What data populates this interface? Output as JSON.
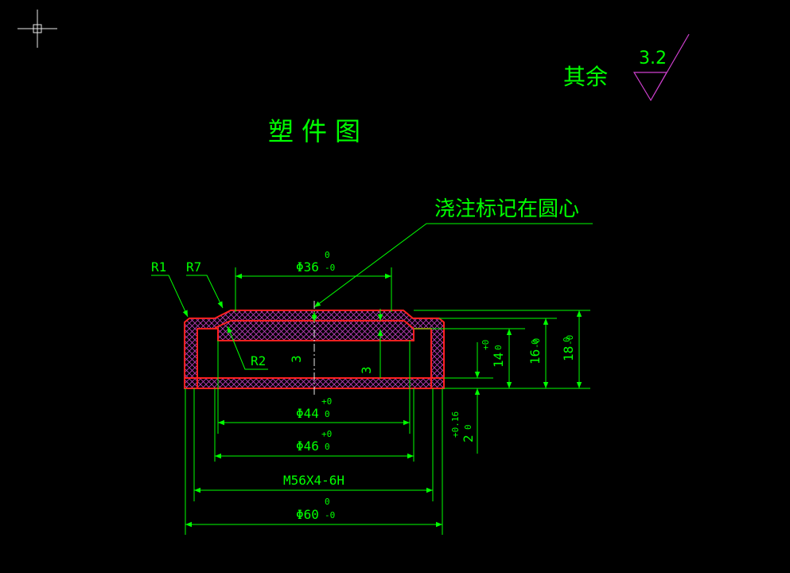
{
  "title": "塑件图",
  "roughness": {
    "prefix": "其余",
    "value": "3.2"
  },
  "note": "浇注标记在圆心",
  "radii": {
    "r1": "R1",
    "r7": "R7",
    "r2": "R2"
  },
  "dims": {
    "d36": "Φ36",
    "d36_tol_top": "0",
    "d36_tol_bot": "-0",
    "d44": "Φ44",
    "d44_tol_top": "+0",
    "d44_tol_bot": "0",
    "d46": "Φ46",
    "d46_tol_top": "+0",
    "d46_tol_bot": "0",
    "m56": "M56X4-6H",
    "d60": "Φ60",
    "d60_tol_top": "0",
    "d60_tol_bot": "-0",
    "h3a": "3",
    "h3b": "3",
    "h14": "14",
    "h14_tol_top": "+0",
    "h14_tol_bot": "0",
    "h16": "16",
    "h16_tol_top": "0",
    "h16_tol_bot": "-0",
    "h18": "18",
    "h18_tol_top": "0",
    "h18_tol_bot": "-0",
    "h2": "2",
    "h2_tol_top": "+0.16",
    "h2_tol_bot": "0"
  },
  "colors": {
    "dimension": "#00ff00",
    "outline": "#ff2020",
    "hatch": "#d040d0",
    "center": "#e8e8e8",
    "background": "#000000"
  }
}
